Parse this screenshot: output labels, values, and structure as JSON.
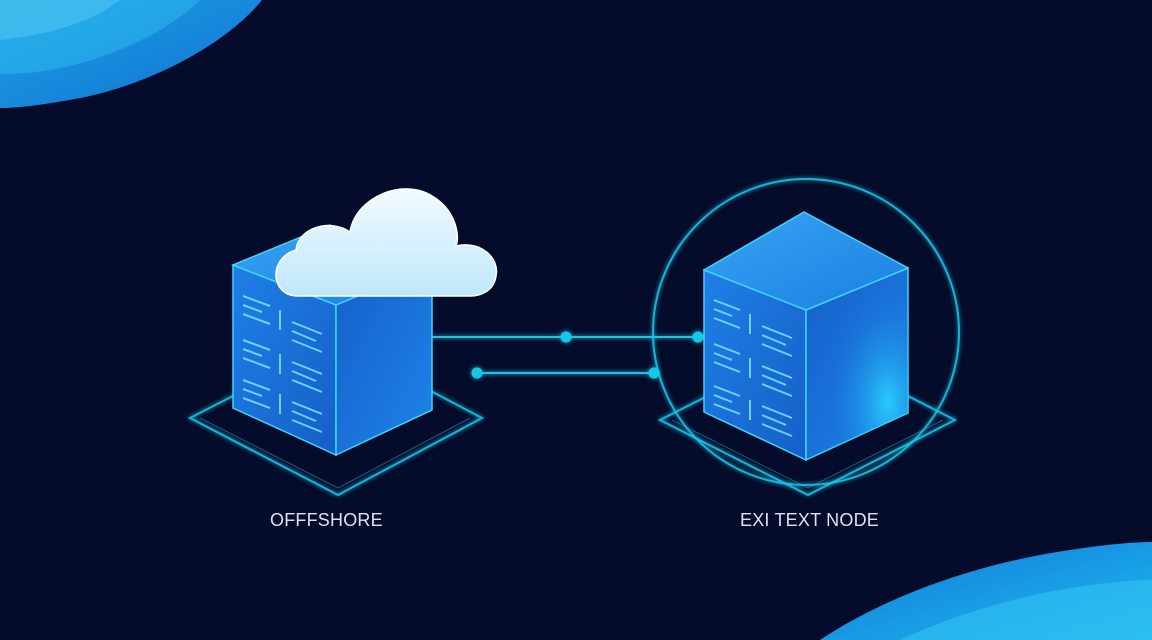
{
  "theme": {
    "background": "#050b2a",
    "accent": "#19c7e8",
    "node_blue": "#1e7be0",
    "cloud": "#dff4ff"
  },
  "nodes": [
    {
      "id": "left",
      "label": "OFFFSHORE",
      "icon": "server-cube-icon",
      "badge_icon": "cloud-icon"
    },
    {
      "id": "right",
      "label": "EXI TEXT NODE",
      "icon": "server-cube-icon",
      "badge_icon": "ring-orbit-icon"
    }
  ],
  "connections": [
    {
      "from": "left",
      "to": "right",
      "style": "double-line-with-dots"
    }
  ]
}
